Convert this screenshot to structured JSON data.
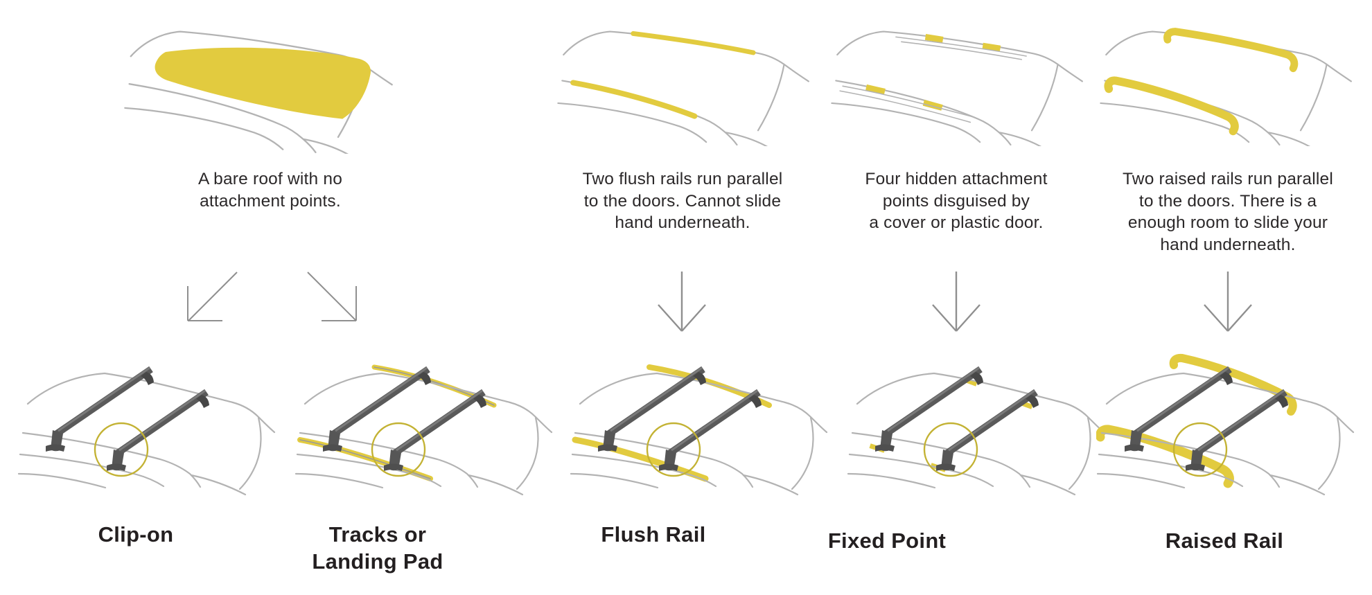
{
  "page": {
    "background": "#ffffff"
  },
  "colors": {
    "accent_yellow": "#e2cb3f",
    "highlight_ring": "#c3b233",
    "outline_gray": "#b3b3b3",
    "rack_gray": "#5a5a5a",
    "arrow_gray": "#8f8f8f",
    "description_text": "#2b2829",
    "label_text": "#231f20"
  },
  "roof_types": [
    {
      "name": "bare-roof",
      "description": "A bare roof with no attachment points.",
      "description_lines": [
        "A bare roof with no",
        "attachment points."
      ],
      "illustration": "bare-roof-highlighted"
    },
    {
      "name": "flush-rails",
      "description": "Two flush rails run parallel to the doors. Cannot slide hand underneath.",
      "description_lines": [
        "Two flush rails run parallel",
        "to the doors. Cannot slide",
        "hand underneath."
      ],
      "illustration": "roof-with-flush-rails"
    },
    {
      "name": "fixed-points",
      "description": "Four hidden attachment points disguised by a cover or plastic door.",
      "description_lines": [
        "Four hidden attachment",
        "points disguised by",
        "a cover or plastic door."
      ],
      "illustration": "roof-with-fixed-points"
    },
    {
      "name": "raised-rails",
      "description": "Two raised rails run parallel to the doors. There is a enough room to slide your hand underneath.",
      "description_lines": [
        "Two raised rails run parallel",
        "to the doors. There is a",
        "enough room to slide your",
        "hand underneath."
      ],
      "illustration": "roof-with-raised-rails"
    }
  ],
  "rack_types": [
    {
      "name": "clip-on",
      "label": "Clip-on",
      "label_lines": [
        "Clip-on"
      ]
    },
    {
      "name": "tracks-or-landing-pad",
      "label": "Tracks or Landing Pad",
      "label_lines": [
        "Tracks or",
        "Landing Pad"
      ]
    },
    {
      "name": "flush-rail",
      "label": "Flush Rail",
      "label_lines": [
        "Flush Rail"
      ]
    },
    {
      "name": "fixed-point",
      "label": "Fixed Point",
      "label_lines": [
        "Fixed Point"
      ]
    },
    {
      "name": "raised-rail",
      "label": "Raised Rail",
      "label_lines": [
        "Raised Rail"
      ]
    }
  ]
}
